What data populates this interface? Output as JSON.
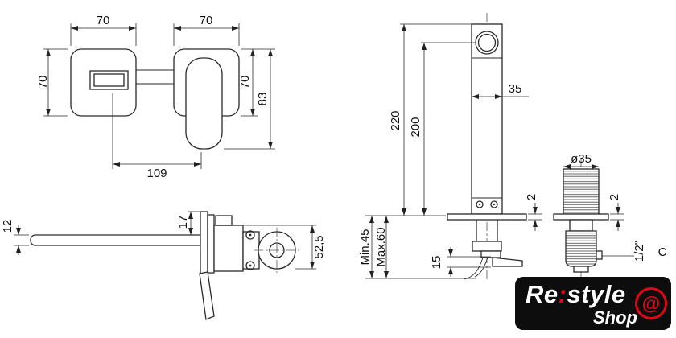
{
  "front_view": {
    "dim_top_left": "70",
    "dim_top_right": "70",
    "dim_left_height": "70",
    "dim_right_height": "70",
    "dim_handle_height": "83",
    "dim_bottom_width": "109"
  },
  "side_view": {
    "dim_spout_thickness": "12",
    "dim_plate_offset": "17",
    "dim_body_height": "52,5"
  },
  "installed_view": {
    "dim_total_height": "220",
    "dim_spout_center_height": "200",
    "dim_column_width": "35",
    "dim_plate_thickness_left": "2",
    "dim_plate_thickness_right": "2",
    "dim_depth_min": "Min.45",
    "dim_depth_max": "Max.60",
    "dim_outlet_drop": "15",
    "valve_diameter": "ø35",
    "thread_size": "1/2\"",
    "port_label": "C"
  },
  "logo": {
    "word_re": "Re",
    "colon": ":",
    "word_style": "style",
    "word_shop": "Shop",
    "at_symbol": "@",
    "accent_color": "#e30613",
    "bg_color": "#0d0d0d"
  }
}
